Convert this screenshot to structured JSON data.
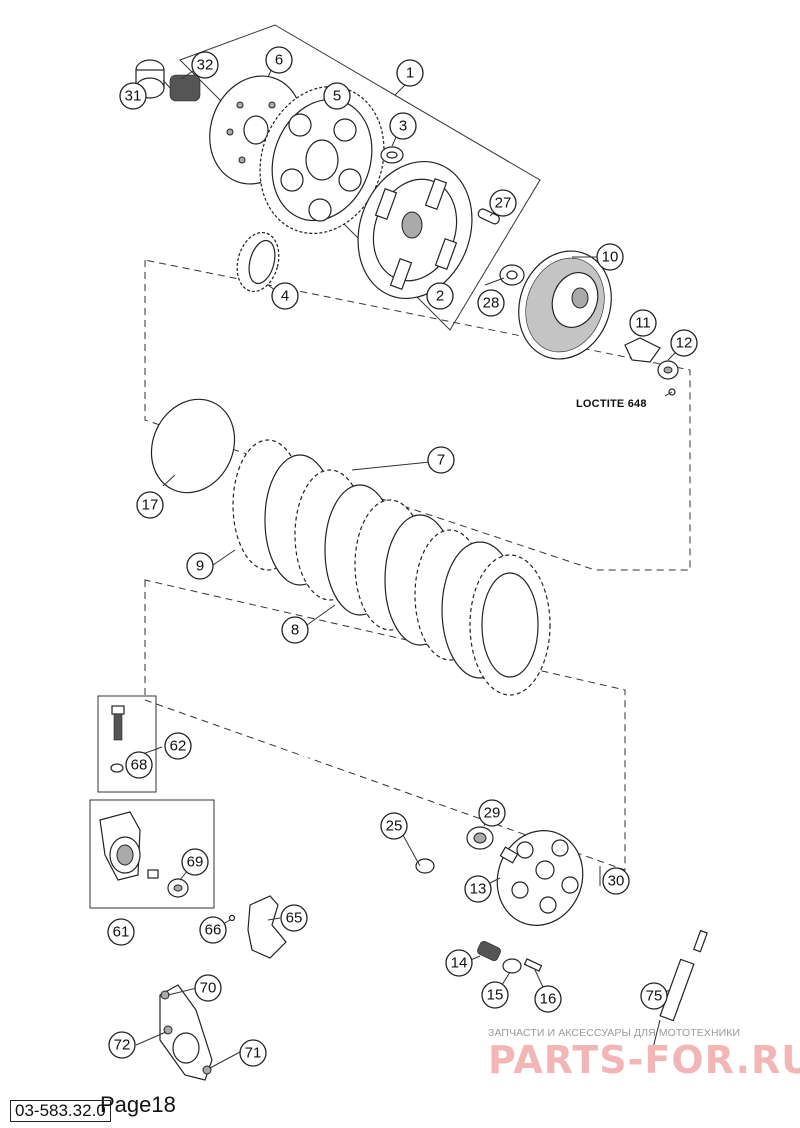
{
  "callouts": [
    "1",
    "2",
    "3",
    "4",
    "5",
    "6",
    "7",
    "8",
    "9",
    "10",
    "11",
    "12",
    "13",
    "14",
    "15",
    "16",
    "17",
    "25",
    "27",
    "28",
    "29",
    "30",
    "31",
    "32",
    "61",
    "62",
    "65",
    "66",
    "68",
    "69",
    "70",
    "71",
    "72",
    "75"
  ],
  "labels": {
    "loctite": "LOCTITE 648",
    "doc_number": "03-583.32.0",
    "page": "Page18"
  },
  "watermark": {
    "tagline": "ЗАПЧАСТИ И АКСЕССУАРЫ ДЛЯ МОТОТЕХНИКИ",
    "brand": "PARTS-FOR.RU"
  }
}
